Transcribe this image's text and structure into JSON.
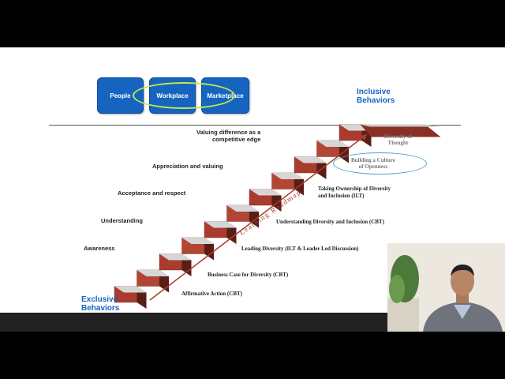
{
  "header_boxes": [
    "People",
    "Workplace",
    "Marketplace"
  ],
  "inclusive": "Inclusive\nBehaviors",
  "exclusive": "Exclusive\nBehaviors",
  "left_steps": [
    "Valuing difference as a\ncompetitive edge",
    "Appreciation and valuing",
    "Acceptance and respect",
    "Understanding",
    "Awareness"
  ],
  "right_items": [
    "Taking Ownership of Diversity\nand Inclusion (ILT)",
    "Understanding Diversity and Inclusion (CBT)",
    "Leading Diversity (ILT & Leader Led Discussion)",
    "Business Case for Diversity (CBT)",
    "Affirmative Action (CBT)"
  ],
  "diversity_thought": "Diversity of\nThought",
  "culture": "Building a Culture\nof Openness",
  "roadmap": "Learning Roadmap",
  "colors": {
    "brand_blue": "#1565c0",
    "stair_red": "#a93c2e",
    "ellipse": "#4ba3c7"
  }
}
